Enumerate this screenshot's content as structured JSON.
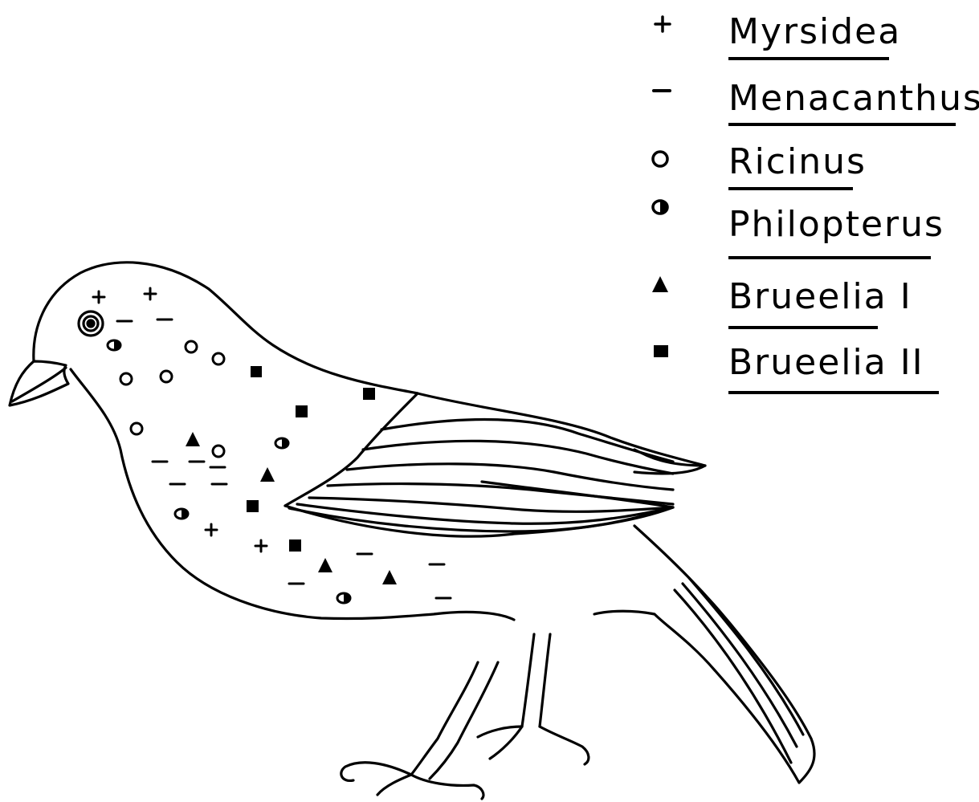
{
  "legend": [
    {
      "symbol": "plus-icon",
      "label": "Myrsidea"
    },
    {
      "symbol": "minus-icon",
      "label": "Menacanthus"
    },
    {
      "symbol": "open-circle-icon",
      "label": "Ricinus"
    },
    {
      "symbol": "half-filled-circle-icon",
      "label": "Philopterus"
    },
    {
      "symbol": "filled-triangle-icon",
      "label": "Brueelia I"
    },
    {
      "symbol": "filled-square-icon",
      "label": "Brueelia II"
    }
  ],
  "colors": {
    "ink": "#000000",
    "paper": "#ffffff"
  }
}
